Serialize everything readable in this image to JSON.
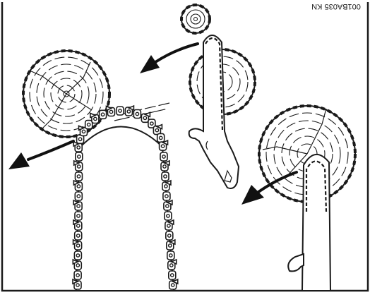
{
  "figure": {
    "code": "001BA035 KN"
  },
  "colors": {
    "ink": "#1a1a1a",
    "paper": "#ffffff"
  },
  "icons": [
    "log-cross-section",
    "guide-bar",
    "saw-chain",
    "rotation-arrow"
  ]
}
